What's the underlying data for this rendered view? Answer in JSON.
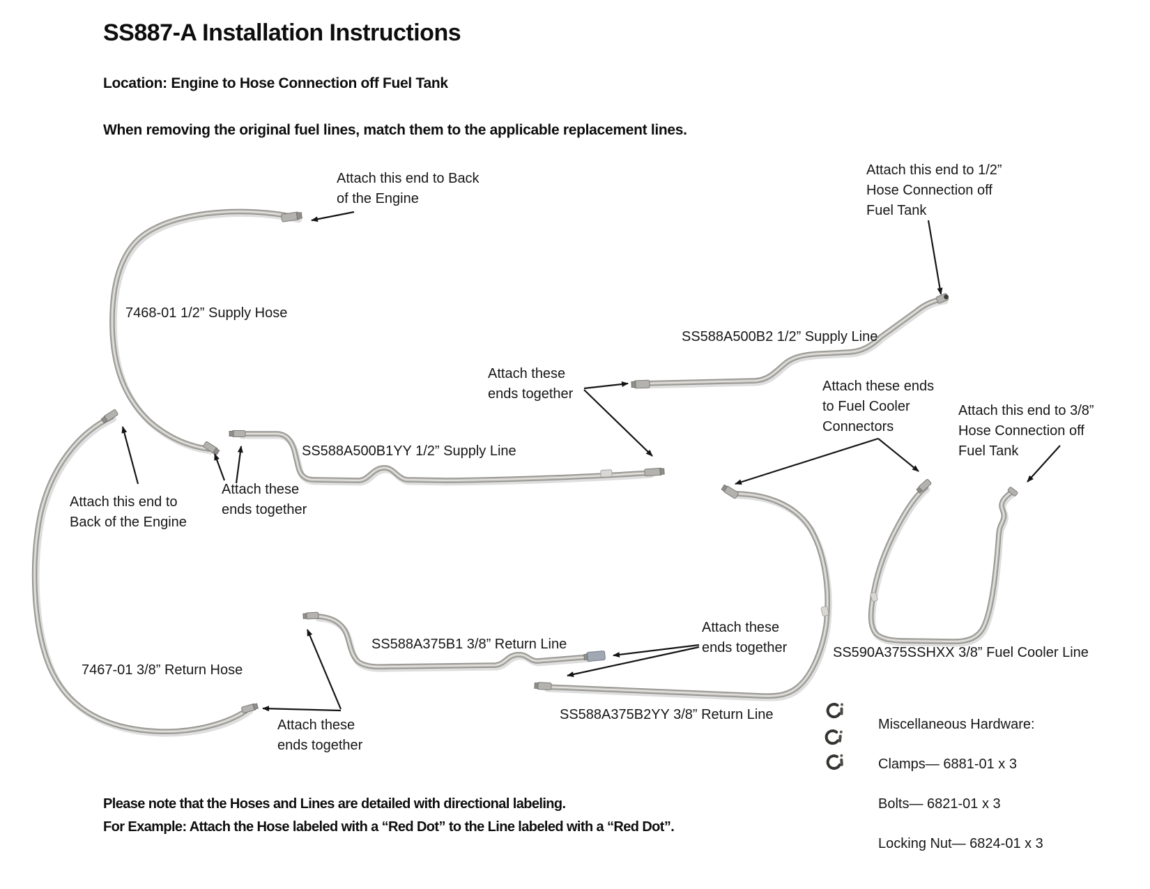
{
  "header": {
    "title": "SS887-A Installation Instructions",
    "location": "Location: Engine to Hose Connection off Fuel Tank",
    "intro": "When removing the original fuel lines, match them to the applicable replacement lines."
  },
  "parts": {
    "supply_hose_7468": "7468-01 1/2” Supply Hose",
    "supply_line_b2": "SS588A500B2 1/2” Supply Line",
    "supply_line_b1yy": "SS588A500B1YY 1/2” Supply Line",
    "return_hose_7467": "7467-01 3/8” Return Hose",
    "return_line_b1": "SS588A375B1 3/8” Return Line",
    "return_line_b2yy": "SS588A375B2YY 3/8” Return Line",
    "fuel_cooler_line": "SS590A375SSHXX 3/8” Fuel Cooler Line"
  },
  "annotations": {
    "attach_back_engine_top": "Attach this end to Back\nof the Engine",
    "attach_half_tank": "Attach this end to 1/2”\nHose Connection off\nFuel Tank",
    "attach_together_mid": "Attach these\nends together",
    "attach_together_left": "Attach these\nends together",
    "attach_back_engine_left": "Attach this end to\nBack of the Engine",
    "attach_cooler_connectors": "Attach these ends\nto Fuel Cooler\nConnectors",
    "attach_threeeighths_tank": "Attach this end to 3/8”\nHose Connection off\nFuel Tank",
    "attach_together_return": "Attach these\nends together",
    "attach_together_bottom_left": "Attach these\nends together"
  },
  "hardware": {
    "heading": "Miscellaneous Hardware:",
    "items": [
      "Clamps— 6881-01 x 3",
      "Bolts— 6821-01 x 3",
      "Locking Nut— 6824-01 x 3"
    ]
  },
  "notes": {
    "line1": "Please note that the Hoses and Lines are detailed with directional labeling.",
    "line2": "For Example: Attach the Hose labeled with a “Red Dot” to the Line labeled with a “Red Dot”."
  },
  "icons": {
    "clamp": "hose-clamp-icon"
  },
  "colors": {
    "background": "#ffffff",
    "text": "#111111",
    "tube_steel": "#b7b6b1",
    "connector_blue": "#a0a8b4",
    "arrow": "#141414"
  }
}
